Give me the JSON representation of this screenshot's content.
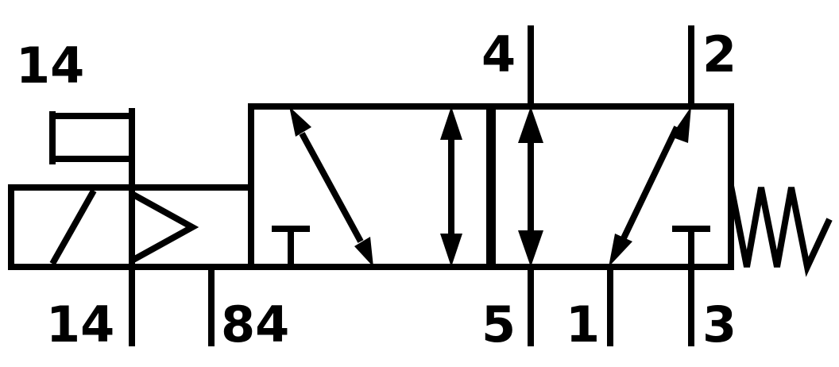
{
  "diagram": {
    "type": "pneumatic-5-2-way-solenoid-valve-symbol",
    "actuation": "solenoid-with-pilot",
    "return": "spring",
    "stroke_color": "#000000",
    "background_color": "#ffffff",
    "labels": {
      "manual_override": "14",
      "pilot_port": "14",
      "pilot_exhaust": "84",
      "port_4": "4",
      "port_2": "2",
      "port_5": "5",
      "port_1": "1",
      "port_3": "3"
    }
  }
}
